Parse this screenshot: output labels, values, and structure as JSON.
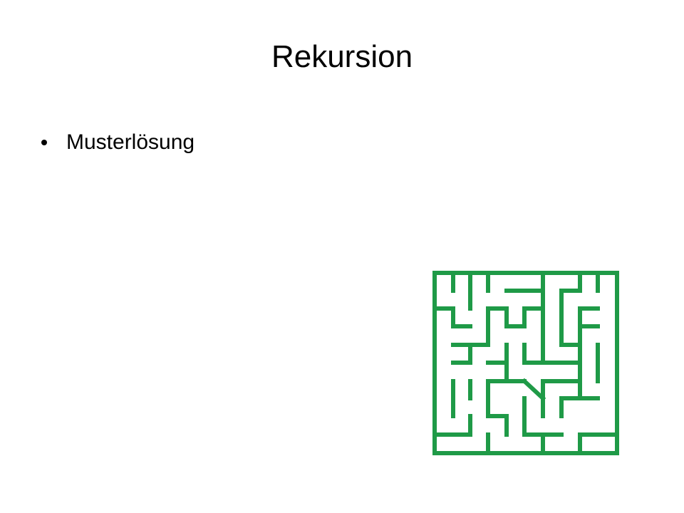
{
  "slide": {
    "title": "Rekursion",
    "bullets": [
      {
        "text": "Musterlösung"
      }
    ]
  },
  "maze": {
    "wall_color": "#1f9a47",
    "icon": "maze-solution-image"
  }
}
